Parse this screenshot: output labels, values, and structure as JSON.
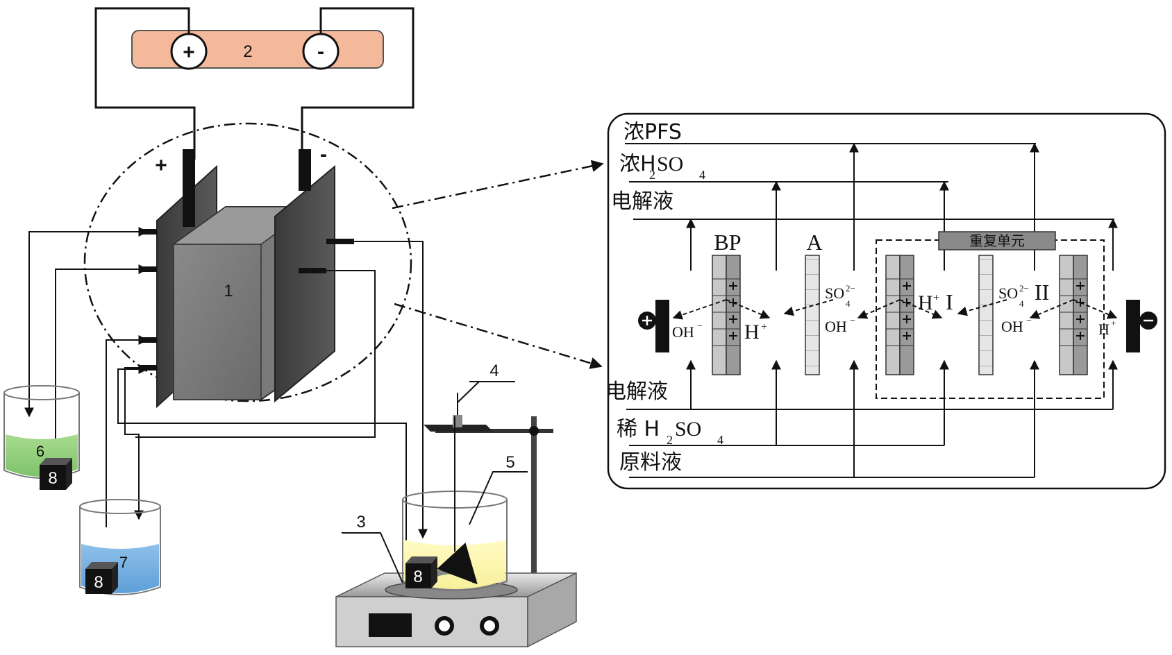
{
  "left": {
    "power_label": "2",
    "plus_sign": "+",
    "minus_sign": "-",
    "anode_mark": "+",
    "cathode_mark": "-",
    "stack_label": "1",
    "stirrer_label": "3",
    "probe_label": "4",
    "feed_beaker_label": "5",
    "beaker_6_label": "6",
    "beaker_7_label": "7",
    "pump_label": "8"
  },
  "right": {
    "outlets": {
      "conc_pfs": "浓PFS",
      "conc_h2so4_prefix": "浓H",
      "conc_h2so4_sub1": "2",
      "conc_h2so4_mid": "SO",
      "conc_h2so4_sub2": "4",
      "electrolyte_top": "电解液"
    },
    "inlets": {
      "electrolyte_bottom": "电解液",
      "dilute_h2so4_prefix": "稀 H",
      "dilute_h2so4_sub1": "2",
      "dilute_h2so4_mid": "SO",
      "dilute_h2so4_sub2": "4",
      "feed": "原料液"
    },
    "membranes": {
      "bp": "BP",
      "a": "A"
    },
    "repeat_unit": "重复单元",
    "chambers": {
      "one": "I",
      "two": "II"
    },
    "ions": {
      "oh": "OH",
      "oh_charge": "−",
      "h": "H",
      "h_charge": "+",
      "so4": "SO",
      "so4_sub": "4",
      "so4_charge": "2−"
    }
  }
}
